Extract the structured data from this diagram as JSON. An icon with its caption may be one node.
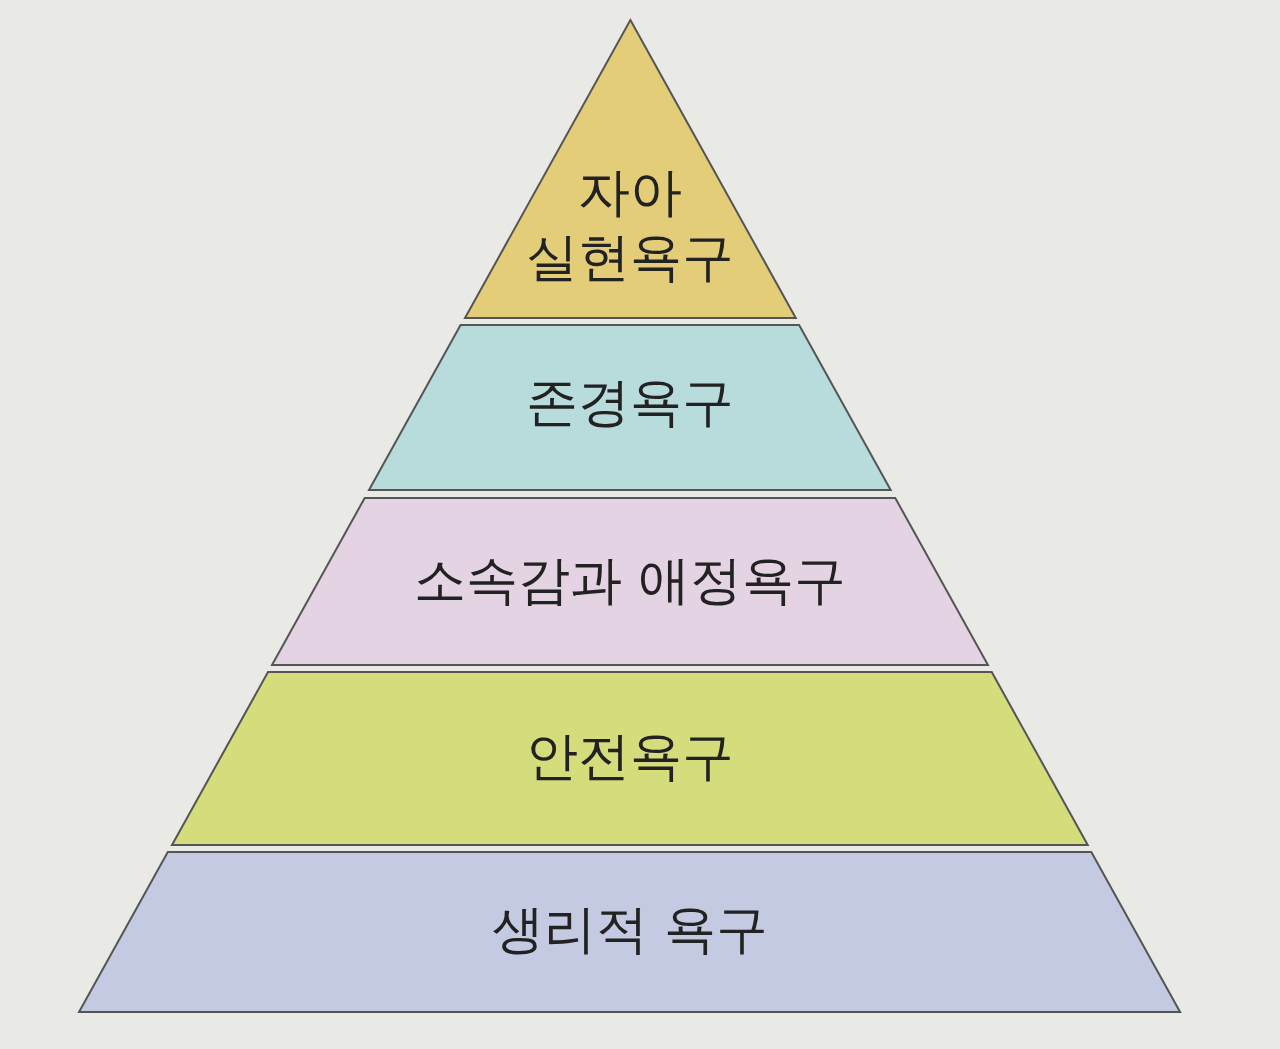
{
  "diagram": {
    "nodes": [
      {
        "text": [
          "자아 실현욕구"
        ]
      },
      {
        "text": [
          "존경욕구"
        ]
      },
      {
        "text": [
          "소속감과 애정욕구"
        ]
      },
      {
        "text": [
          "안전욕구"
        ]
      },
      {
        "text": [
          "생리적 욕구"
        ]
      }
    ]
  }
}
